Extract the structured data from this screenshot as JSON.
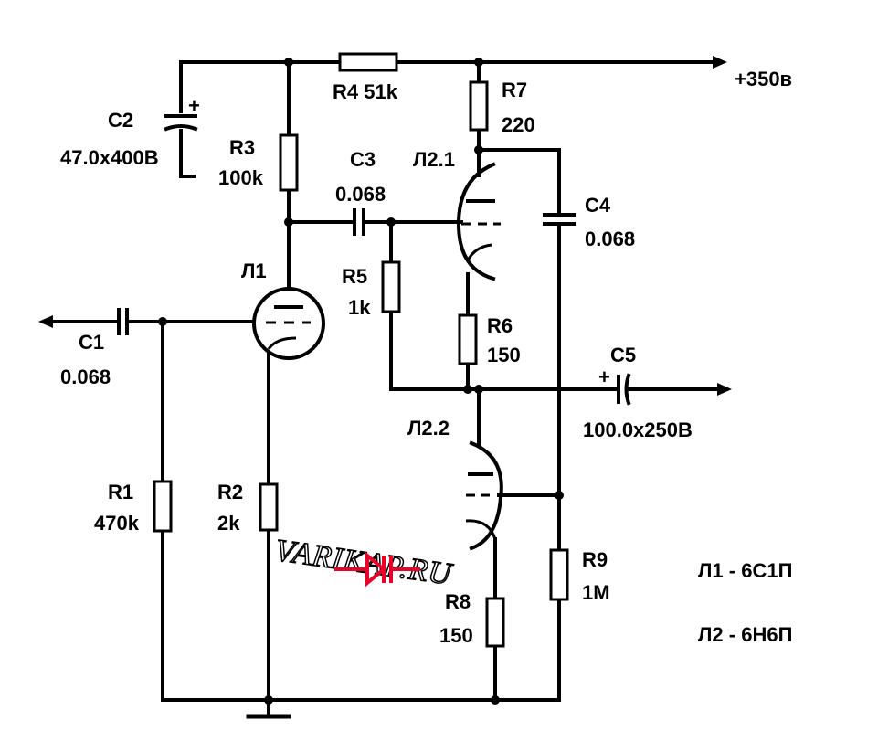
{
  "supply": {
    "label": "+350в"
  },
  "components": {
    "c1": {
      "name": "C1",
      "value": "0.068"
    },
    "c2": {
      "name": "C2",
      "value": "47.0x400B"
    },
    "c3": {
      "name": "C3",
      "value": "0.068"
    },
    "c4": {
      "name": "C4",
      "value": "0.068"
    },
    "c5": {
      "name": "C5",
      "value": "100.0x250B"
    },
    "r1": {
      "name": "R1",
      "value": "470k"
    },
    "r2": {
      "name": "R2",
      "value": "2k"
    },
    "r3": {
      "name": "R3",
      "value": "100k"
    },
    "r4": {
      "name": "R4 51k"
    },
    "r5": {
      "name": "R5",
      "value": "1k"
    },
    "r6": {
      "name": "R6",
      "value": "150"
    },
    "r7": {
      "name": "R7",
      "value": "220"
    },
    "r8": {
      "name": "R8",
      "value": "150"
    },
    "r9": {
      "name": "R9",
      "value": "1M"
    }
  },
  "tubes": {
    "l1": {
      "name": "Л1"
    },
    "l21": {
      "name": "Л2.1"
    },
    "l22": {
      "name": "Л2.2"
    }
  },
  "legend": {
    "l1": "Л1 - 6С1П",
    "l2": "Л2 - 6Н6П"
  },
  "polarity": {
    "plus": "+"
  },
  "watermark": {
    "text": "VARIKAP.RU",
    "accent_color": "#e8002a"
  }
}
